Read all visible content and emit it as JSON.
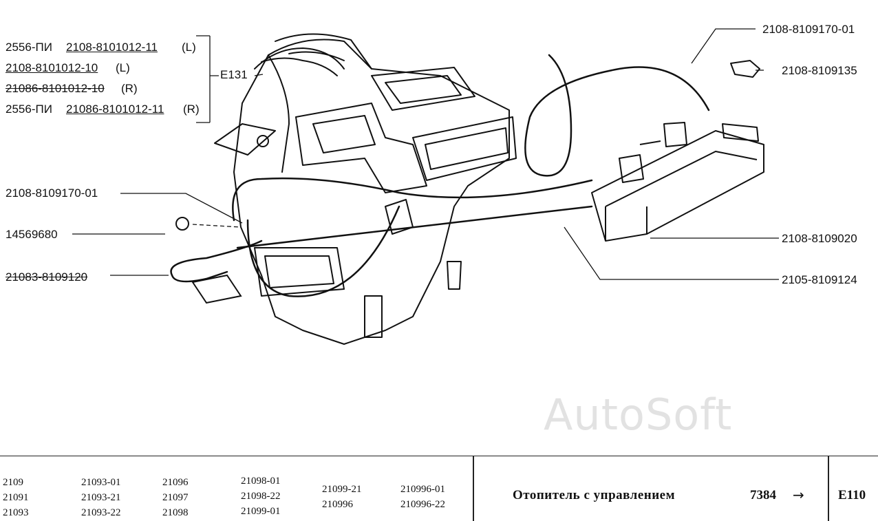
{
  "labels": {
    "left_group": [
      "2556-ПИ",
      "2108-8101012-11",
      "(L)",
      "2108-8101012-10",
      "(L)",
      "21086-8101012-10",
      "(R)",
      "2556-ПИ",
      "21086-8101012-11",
      "(R)"
    ],
    "e131": "E131",
    "cable_left": "2108-8109170-01",
    "clip": "14569680",
    "valve": "21083-8109120",
    "cable_top_right": "2108-8109170-01",
    "bracket_top_right": "2108-8109135",
    "control_panel": "2108-8109020",
    "cable_bottom_right": "2105-8109124"
  },
  "watermark": "AutoSoft",
  "footer": {
    "models": [
      [
        "2109",
        "21091",
        "21093"
      ],
      [
        "21093-01",
        "21093-21",
        "21093-22"
      ],
      [
        "21096",
        "21097",
        "21098"
      ],
      [
        "21098-01",
        "21098-22",
        "21099-01"
      ],
      [
        "21099-21",
        "210996"
      ],
      [
        "210996-01",
        "210996-22"
      ]
    ],
    "title": "Отопитель с управлением",
    "page": "7384",
    "arrow": "→",
    "code": "E110"
  }
}
